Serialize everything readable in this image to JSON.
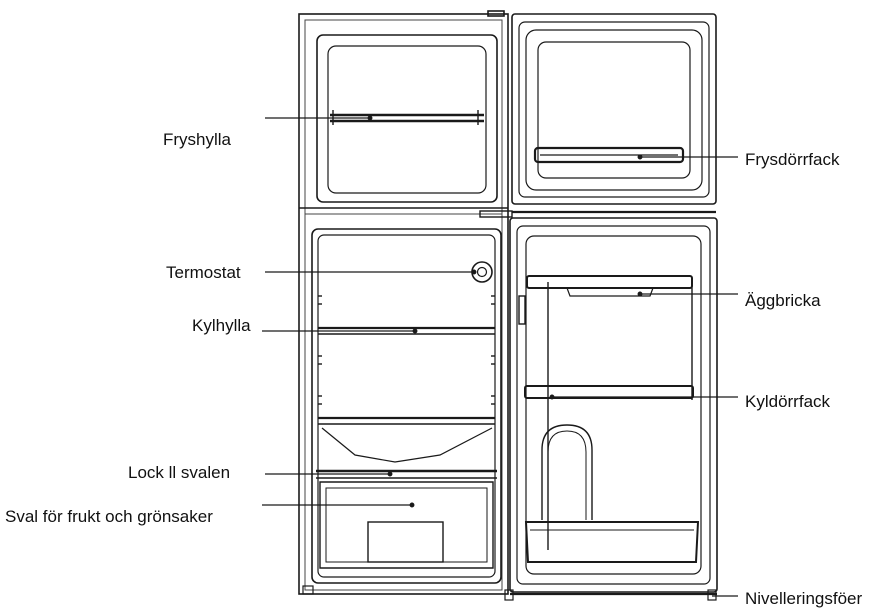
{
  "labels": {
    "left": {
      "fryshylla": "Fryshylla",
      "termostat": "Termostat",
      "kylhylla": "Kylhylla",
      "lock_svalen": "Lock ll svalen",
      "sval": "Sval för frukt och grönsaker"
    },
    "right": {
      "frysdorrfack": "Frysdörrfack",
      "aggbricka": "Äggbricka",
      "kyldorrfack": "Kyldörrfack",
      "nivellering": "Nivelleringsföer"
    }
  },
  "colors": {
    "line": "#1a1a1a",
    "line_light": "#555555",
    "background": "#ffffff"
  }
}
